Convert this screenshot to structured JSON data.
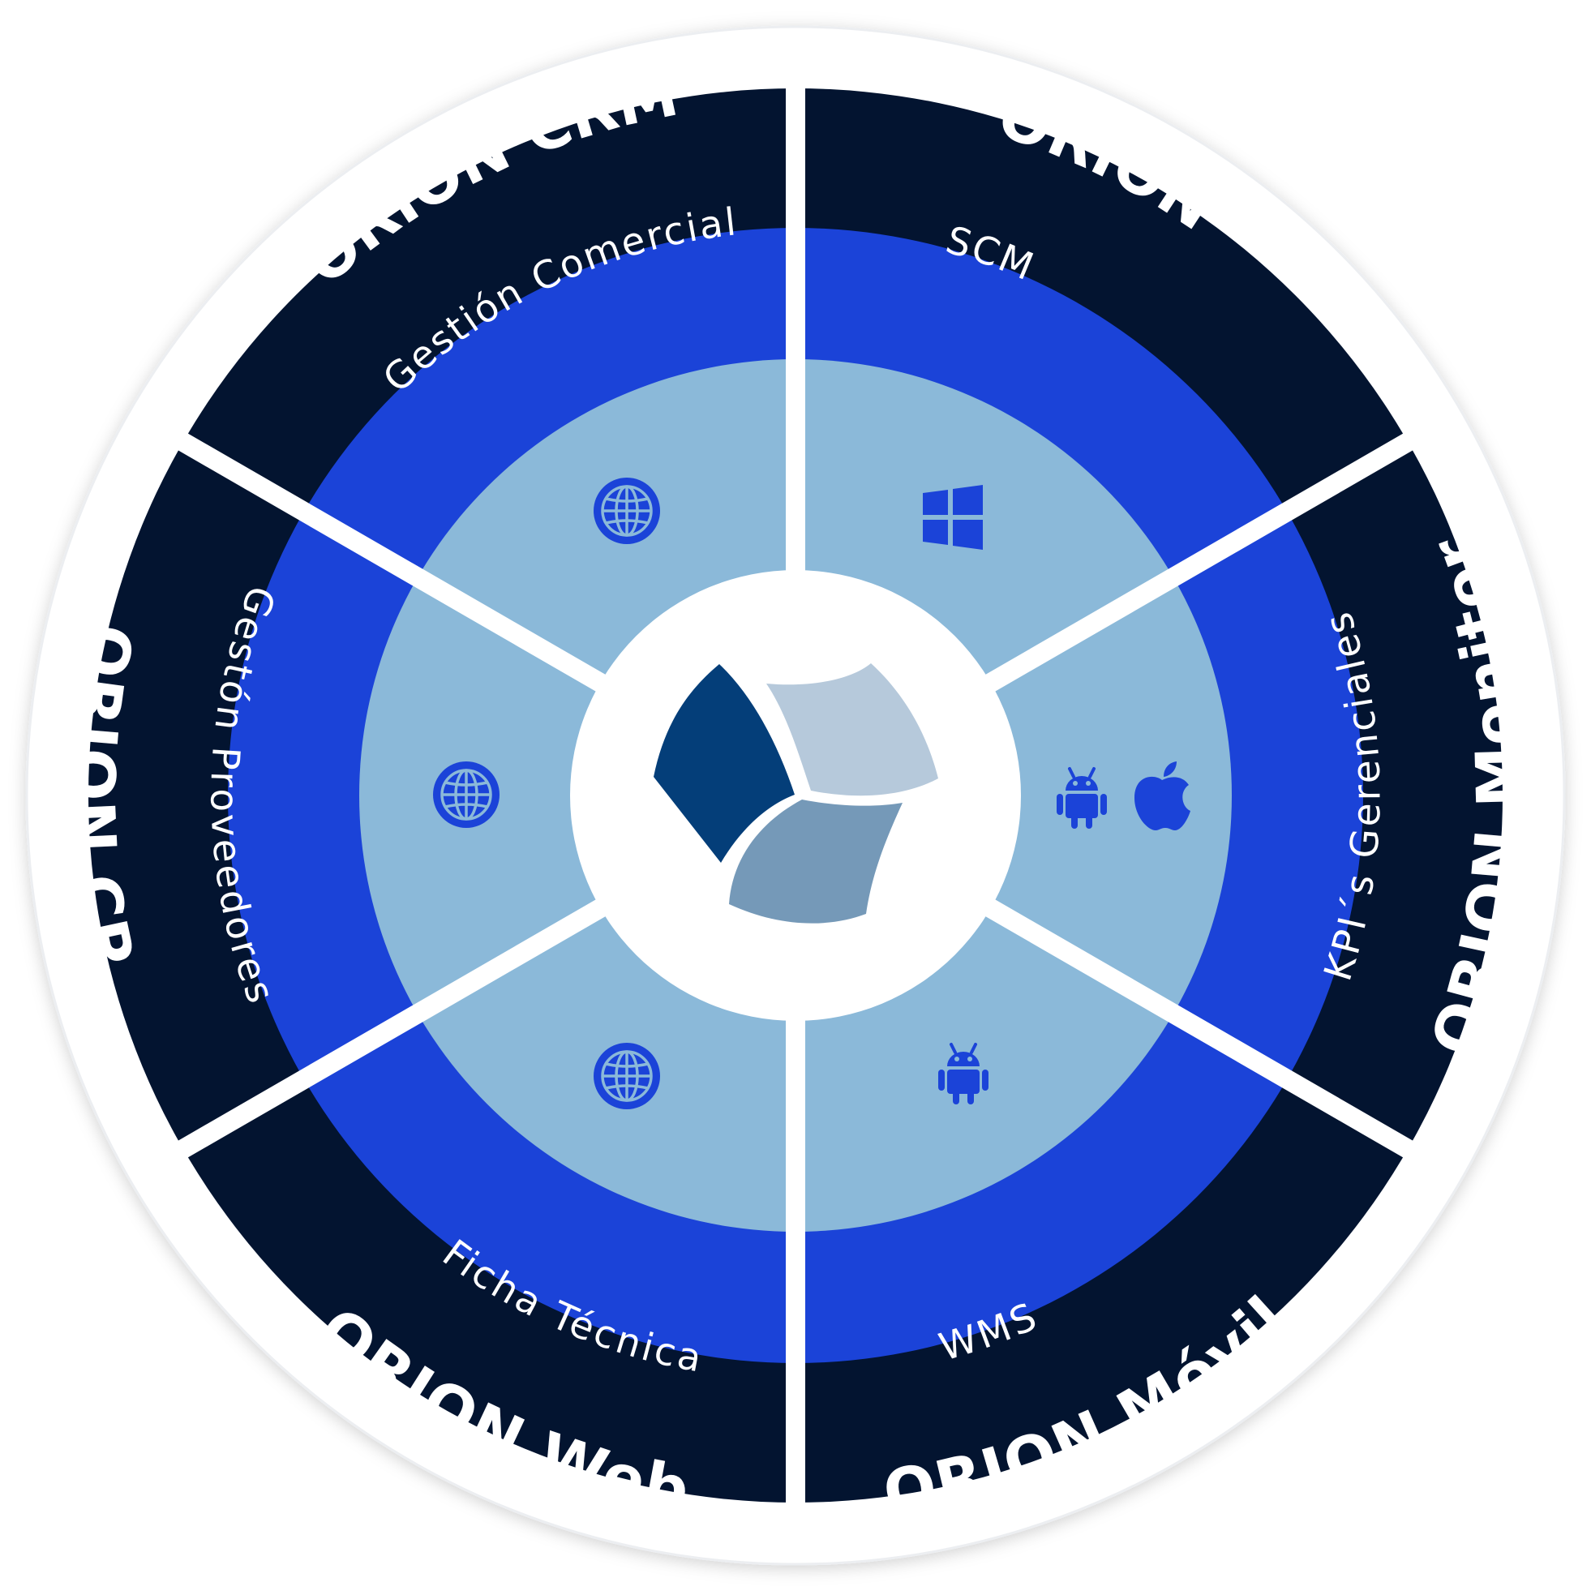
{
  "colors": {
    "outer_ring": "#031430",
    "middle_ring": "#1b43d8",
    "inner_ring": "#8bb9d9",
    "icon": "#1b43d8",
    "logo_dark": "#043e79",
    "logo_light": "#b6c9db",
    "logo_mid": "#7599b8",
    "frame": "#f3f4f6"
  },
  "segments": [
    {
      "product": "ORION",
      "module": "SCM",
      "icons": [
        "windows-icon"
      ]
    },
    {
      "product": "ORION Monitor",
      "module": "KPI´s Gerenciales",
      "icons": [
        "android-icon",
        "apple-icon"
      ]
    },
    {
      "product": "ORION Móvil",
      "module": "WMS",
      "icons": [
        "android-icon"
      ]
    },
    {
      "product": "ORION Web",
      "module": "Ficha Técnica",
      "icons": [
        "globe-icon"
      ]
    },
    {
      "product": "ORION CP",
      "module": "Gestón Proveedores",
      "icons": [
        "globe-icon"
      ]
    },
    {
      "product": "ORION CRM",
      "module": "Gestión Comercial",
      "icons": [
        "globe-icon"
      ]
    }
  ],
  "center_logo": "orion-logo"
}
